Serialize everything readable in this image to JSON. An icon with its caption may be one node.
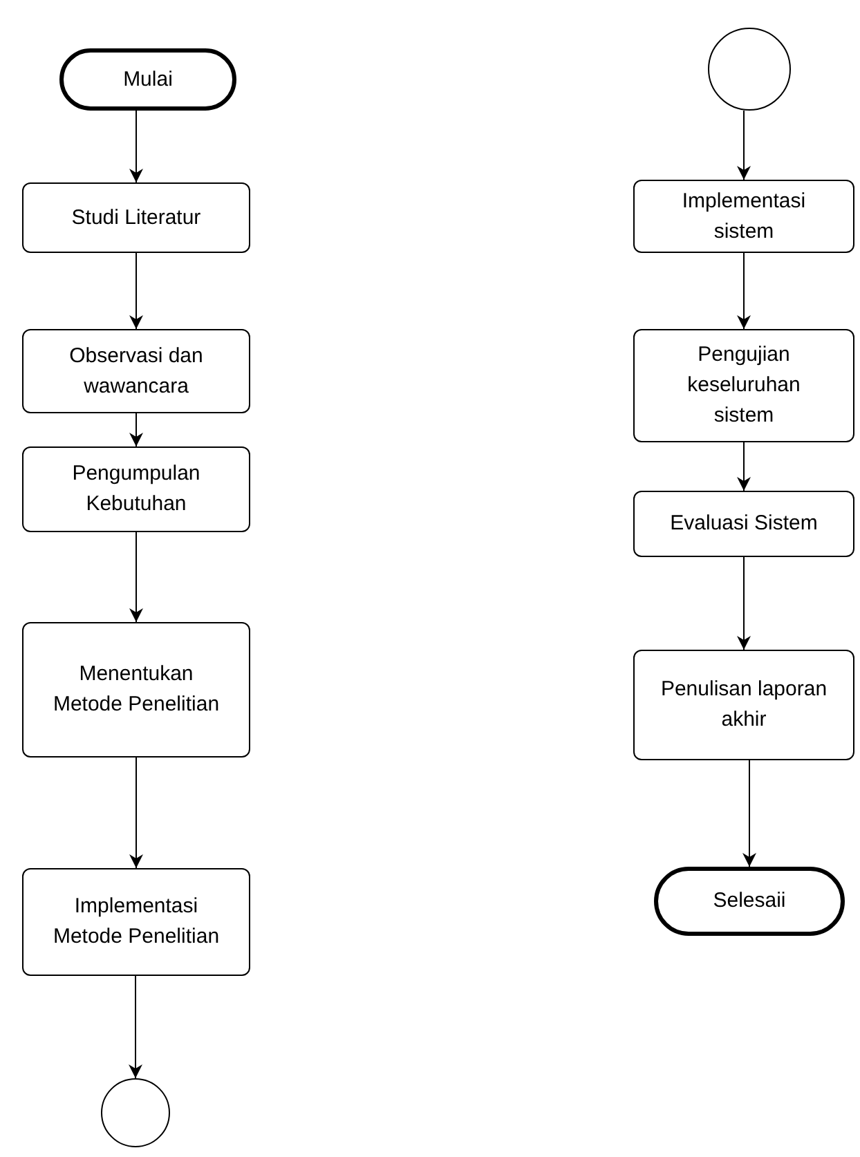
{
  "diagram": {
    "nodes": [
      {
        "text": [
          "Mulai"
        ]
      },
      {
        "text": [
          "Studi Literatur"
        ]
      },
      {
        "text": [
          "Observasi dan wawancara"
        ]
      },
      {
        "text": [
          "Pengumpulan Kebutuhan"
        ]
      },
      {
        "text": [
          "Menentukan Metode Penelitian"
        ]
      },
      {
        "text": [
          "Implementasi Metode Penelitian"
        ]
      },
      {
        "text": [],
        "shape": "circle"
      },
      {
        "text": [],
        "shape": "circle"
      },
      {
        "text": [
          "Implementasi sistem"
        ]
      },
      {
        "text": [
          "Pengujian keseluruhan sistem"
        ]
      },
      {
        "text": [
          "Evaluasi Sistem"
        ]
      },
      {
        "text": [
          "Penulisan laporan akhir"
        ]
      },
      {
        "text": [
          "Selesaii"
        ]
      }
    ],
    "edges": [
      {
        "from": 0,
        "to": 1,
        "arrow": "to"
      },
      {
        "from": 1,
        "to": 2,
        "arrow": "to"
      },
      {
        "from": 2,
        "to": 3,
        "arrow": "to"
      },
      {
        "from": 3,
        "to": 4,
        "arrow": "to"
      },
      {
        "from": 4,
        "to": 5,
        "arrow": "to"
      },
      {
        "from": 5,
        "to": 6,
        "arrow": "to"
      },
      {
        "from": 7,
        "to": 8,
        "arrow": "to"
      },
      {
        "from": 8,
        "to": 9,
        "arrow": "to"
      },
      {
        "from": 9,
        "to": 10,
        "arrow": "to"
      },
      {
        "from": 10,
        "to": 11,
        "arrow": "to"
      },
      {
        "from": 11,
        "to": 12,
        "arrow": "to"
      }
    ]
  }
}
